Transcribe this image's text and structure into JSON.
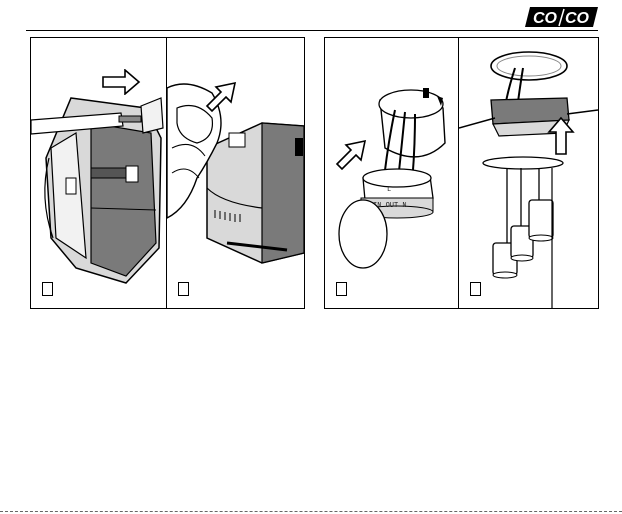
{
  "logo": {
    "text_1": "CO",
    "text_2": "CO"
  },
  "steps": [
    {
      "label": "",
      "arrow_icon": "arrow-right-icon"
    },
    {
      "label": "",
      "arrow_icon": "arrow-up-right-icon"
    },
    {
      "label": "",
      "arrow_icon": "arrow-up-right-icon"
    },
    {
      "label": "",
      "arrow_icon": "arrow-up-icon"
    }
  ],
  "module_labels": {
    "line_1": "L",
    "line_2": "IN OUT N"
  },
  "colors": {
    "outline": "#000000",
    "module_dark": "#7a7a7a",
    "module_light": "#cfcfcf",
    "background": "#ffffff"
  }
}
